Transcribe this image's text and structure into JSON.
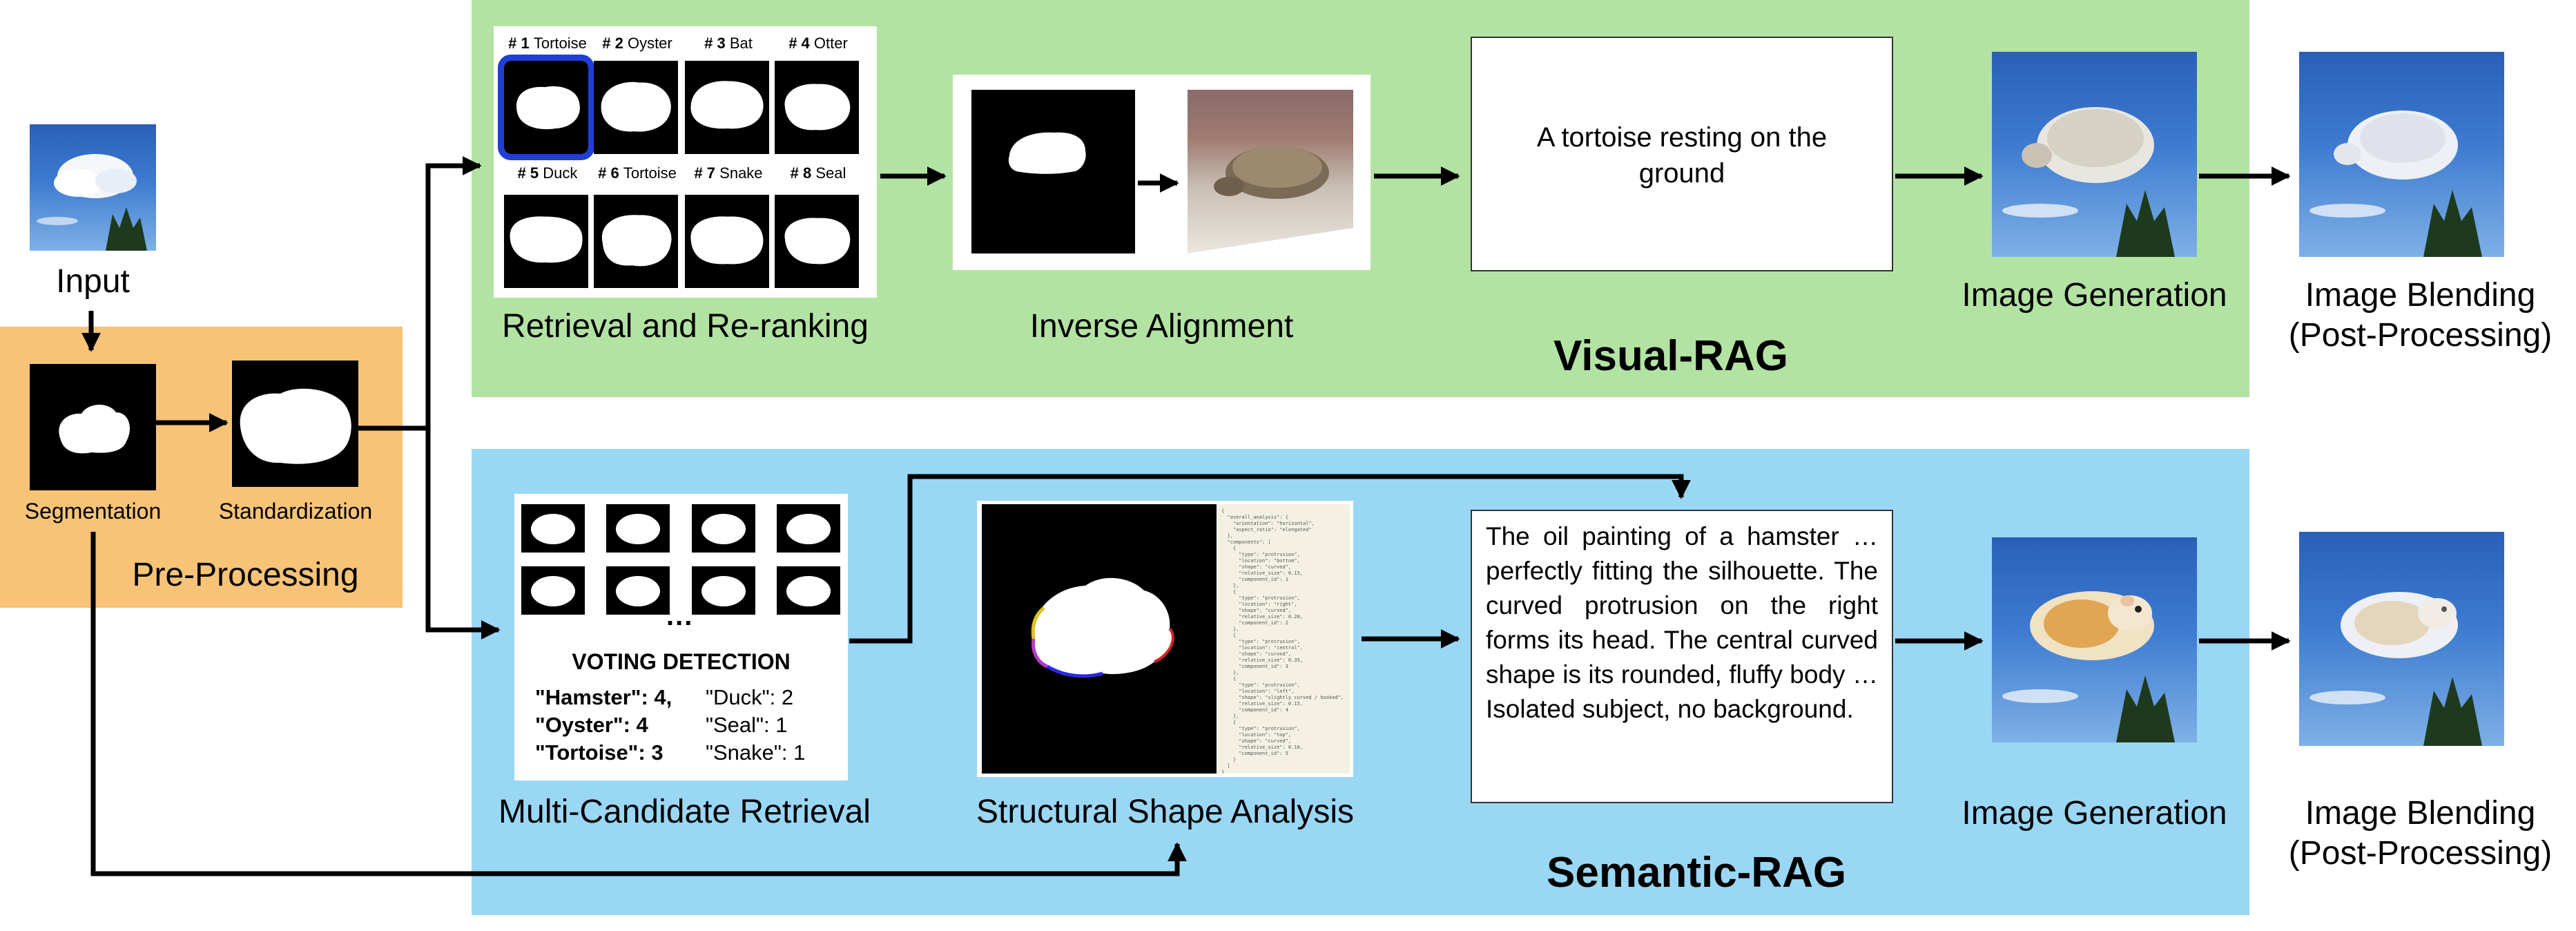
{
  "input": {
    "label": "Input"
  },
  "preprocessing": {
    "title": "Pre-Processing",
    "segmentation_label": "Segmentation",
    "standardization_label": "Standardization"
  },
  "visual_rag": {
    "title": "Visual-RAG",
    "retrieval_label": "Retrieval and Re-ranking",
    "inverse_alignment_label": "Inverse Alignment",
    "caption": "A tortoise resting on the ground",
    "generation_label": "Image Generation",
    "blending_label_1": "Image Blending",
    "blending_label_2": "(Post-Processing)",
    "candidates": [
      {
        "rank": "# 1",
        "name": "Tortoise"
      },
      {
        "rank": "# 2",
        "name": "Oyster"
      },
      {
        "rank": "# 3",
        "name": "Bat"
      },
      {
        "rank": "# 4",
        "name": "Otter"
      },
      {
        "rank": "# 5",
        "name": "Duck"
      },
      {
        "rank": "# 6",
        "name": "Tortoise"
      },
      {
        "rank": "# 7",
        "name": "Snake"
      },
      {
        "rank": "# 8",
        "name": "Seal"
      }
    ]
  },
  "semantic_rag": {
    "title": "Semantic-RAG",
    "retrieval_label": "Multi-Candidate Retrieval",
    "shape_analysis_label": "Structural Shape Analysis",
    "generation_label": "Image Generation",
    "blending_label_1": "Image Blending",
    "blending_label_2": "(Post-Processing)",
    "voting_title": "VOTING DETECTION",
    "ellipsis": "...",
    "votes_left": [
      "\"Hamster\": 4,",
      "\"Oyster\": 4",
      "\"Tortoise\": 3"
    ],
    "votes_right": [
      "\"Duck\": 2",
      "\"Seal\": 1",
      "\"Snake\": 1"
    ],
    "prompt": "The oil painting of a hamster … perfectly fitting the silhouette. The curved protrusion on the right forms its head. The central curved shape is its rounded, fluffy body … Isolated subject, no background.",
    "json_preview": "{\n  \"overall_analysis\": {\n    \"orientation\": \"horizontal\",\n    \"aspect_ratio\": \"elongated\"\n  },\n  \"components\": [\n    {\n      \"type\": \"protrusion\",\n      \"location\": \"bottom\",\n      \"shape\": \"curved\",\n      \"relative_size\": 0.15,\n      \"component_id\": 1\n    },\n    {\n      \"type\": \"protrusion\",\n      \"location\": \"right\",\n      \"shape\": \"curved\",\n      \"relative_size\": 0.20,\n      \"component_id\": 2\n    },\n    {\n      \"type\": \"protrusion\",\n      \"location\": \"central\",\n      \"shape\": \"curved\",\n      \"relative_size\": 0.35,\n      \"component_id\": 3\n    },\n    {\n      \"type\": \"protrusion\",\n      \"location\": \"left\",\n      \"shape\": \"slightly curved / hooked\",\n      \"relative_size\": 0.15,\n      \"component_id\": 4\n    },\n    {\n      \"type\": \"protrusion\",\n      \"location\": \"top\",\n      \"shape\": \"curved\",\n      \"relative_size\": 0.10,\n      \"component_id\": 5\n    }\n  ]\n}"
  },
  "colors": {
    "visual_panel": "#b3e3a3",
    "semantic_panel": "#9ad7f5",
    "preprocessing_panel": "#f7c377",
    "highlight": "#1f3fd6"
  }
}
